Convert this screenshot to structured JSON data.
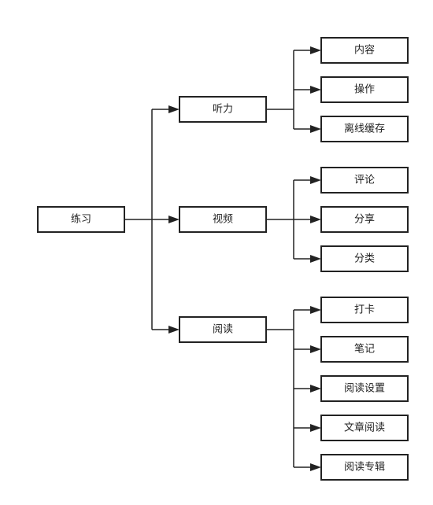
{
  "root": {
    "label": "练习",
    "children": [
      {
        "label": "听力",
        "children": [
          {
            "label": "内容"
          },
          {
            "label": "操作"
          },
          {
            "label": "离线缓存"
          }
        ]
      },
      {
        "label": "视频",
        "children": [
          {
            "label": "评论"
          },
          {
            "label": "分享"
          },
          {
            "label": "分类"
          }
        ]
      },
      {
        "label": "阅读",
        "children": [
          {
            "label": "打卡"
          },
          {
            "label": "笔记"
          },
          {
            "label": "阅读设置"
          },
          {
            "label": "文章阅读"
          },
          {
            "label": "阅读专辑"
          }
        ]
      }
    ]
  }
}
